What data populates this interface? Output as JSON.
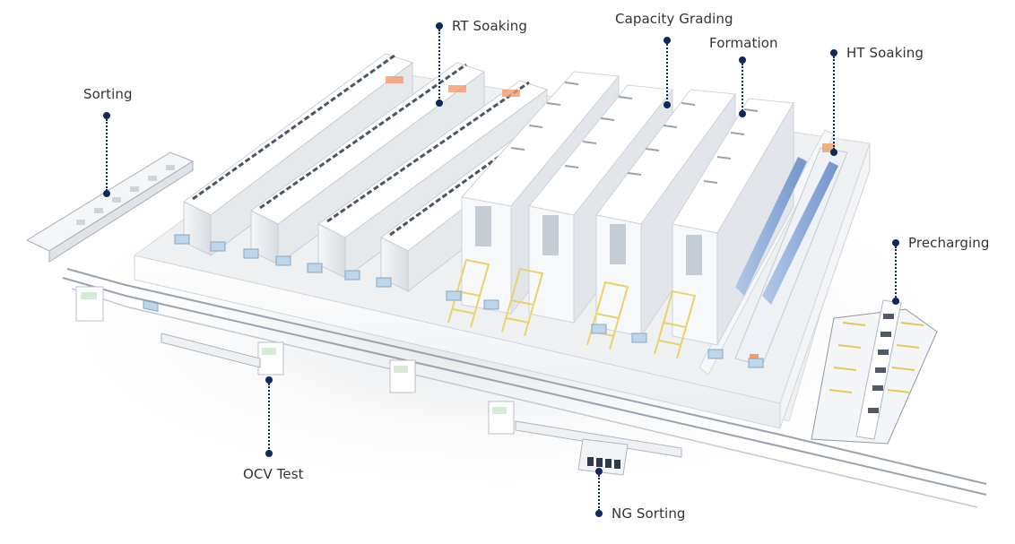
{
  "diagram": {
    "subject": "Battery cell formation & grading production line (isometric 3D layout)",
    "accent_color": "#0d2a5c",
    "label_color": "#333333",
    "callouts": [
      {
        "id": "sorting",
        "label": "Sorting"
      },
      {
        "id": "rt-soaking",
        "label": "RT Soaking"
      },
      {
        "id": "capacity-grading",
        "label": "Capacity Grading"
      },
      {
        "id": "formation",
        "label": "Formation"
      },
      {
        "id": "ht-soaking",
        "label": "HT Soaking"
      },
      {
        "id": "precharging",
        "label": "Precharging"
      },
      {
        "id": "ocv-test",
        "label": "OCV Test"
      },
      {
        "id": "ng-sorting",
        "label": "NG Sorting"
      }
    ]
  }
}
